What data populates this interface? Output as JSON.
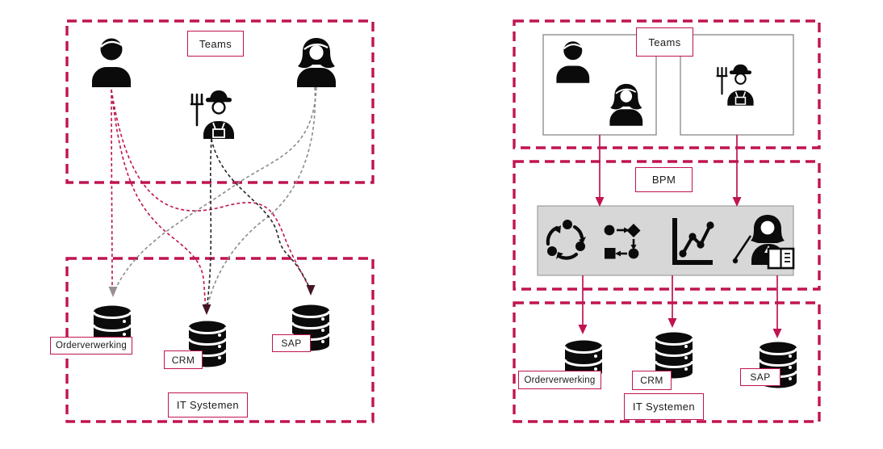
{
  "diagram_title": "",
  "colors": {
    "accent_crimson": "#C01452",
    "line_gray": "#8C8C8C",
    "line_dark": "#26262B",
    "arrowhead_maroon": "#441622",
    "arrowhead_gray": "#978F92",
    "bpm_bar_fill": "#D7D7D7",
    "bpm_bar_border": "#8F8F8F",
    "team_subbox_border": "#7D7D7D",
    "icon_black": "#0B0B0B"
  },
  "left_panel": {
    "teams_label": "Teams",
    "it_systems_label": "IT Systemen",
    "people_icons": [
      "man",
      "farmer-woman",
      "woman"
    ],
    "systems": [
      {
        "label": "Orderverwerking"
      },
      {
        "label": "CRM"
      },
      {
        "label": "SAP"
      }
    ]
  },
  "right_panel": {
    "teams_label": "Teams",
    "bpm_label": "BPM",
    "it_systems_label": "IT Systemen",
    "team_groups": [
      [
        "man",
        "woman"
      ],
      [
        "farmer-woman"
      ]
    ],
    "bpm_icons": [
      "process-cycle",
      "workflow",
      "line-chart",
      "trainer"
    ],
    "systems": [
      {
        "label": "Orderverwerking"
      },
      {
        "label": "CRM"
      },
      {
        "label": "SAP"
      }
    ]
  }
}
